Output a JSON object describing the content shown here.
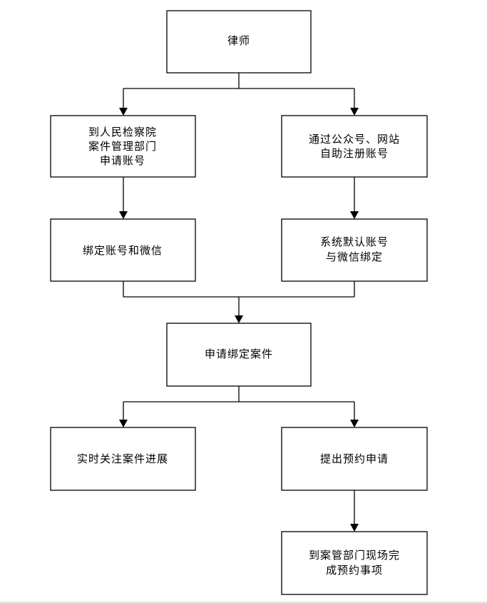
{
  "nodes": {
    "lawyer": [
      "律师"
    ],
    "apply_at_procuratorate": [
      "到人民检察院",
      "案件管理部门",
      "申请账号"
    ],
    "self_register": [
      "通过公众号、网站",
      "自助注册账号"
    ],
    "bind_account_wechat": [
      "绑定账号和微信"
    ],
    "default_bind": [
      "系统默认账号",
      "与微信绑定"
    ],
    "apply_bind_case": [
      "申请绑定案件"
    ],
    "follow_progress": [
      "实时关注案件进展"
    ],
    "submit_appointment": [
      "提出预约申请"
    ],
    "complete_onsite": [
      "到案管部门现场完",
      "成预约事项"
    ]
  },
  "edges": [
    [
      "lawyer",
      "apply_at_procuratorate"
    ],
    [
      "lawyer",
      "self_register"
    ],
    [
      "apply_at_procuratorate",
      "bind_account_wechat"
    ],
    [
      "self_register",
      "default_bind"
    ],
    [
      "bind_account_wechat",
      "apply_bind_case"
    ],
    [
      "default_bind",
      "apply_bind_case"
    ],
    [
      "apply_bind_case",
      "follow_progress"
    ],
    [
      "apply_bind_case",
      "submit_appointment"
    ],
    [
      "submit_appointment",
      "complete_onsite"
    ]
  ]
}
